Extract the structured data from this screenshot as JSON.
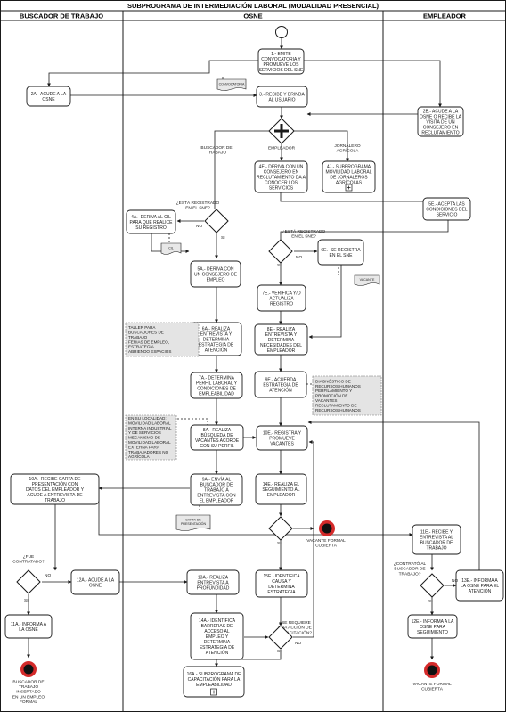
{
  "title": "SUBPROGRAMA DE INTERMEDIACIÓN LABORAL (MODALIDAD PRESENCIAL)",
  "lanes": [
    "BUSCADOR DE TRABAJO",
    "OSNE",
    "EMPLEADOR"
  ],
  "tasks": {
    "t1": [
      "1.- EMITE",
      "CONVOCATORIA Y",
      "PROMUEVE LOS",
      "SERVICIOS DEL SNE"
    ],
    "t2a": [
      "2A.- ACUDE A LA",
      "OSNE"
    ],
    "t2b": [
      "2B.- ACUDE A LA",
      "OSNE O RECIBE LA",
      "VISITA DE UN",
      "CONSEJERO EN",
      "RECLUTAMIENTO"
    ],
    "t3": [
      "3.- RECIBE Y BRINDA",
      "AL USUARIO"
    ],
    "t4e": [
      "4E.- DERIVA CON UN",
      "CONSEJERO EN",
      "RECLUTAMIENTO DA A",
      "CONOCER LOS",
      "SERVICIOS"
    ],
    "t4j": [
      "4J.- SUBPROGRAMA",
      "MOVILIDAD LABORAL",
      "DE JORNALEROS",
      "AGRÍCOLAS"
    ],
    "t4a": [
      "4A.- DERIVA AL CIL",
      "PARA QUE REALICE",
      "SU REGISTRO"
    ],
    "t5e": [
      "5E.- ACEPTA LAS",
      "CONDICIONES DEL",
      "SERVICIO"
    ],
    "t6e": [
      "6E.- SE REGISTRA",
      "EN EL SNE"
    ],
    "t5a": [
      "5A.- DERIVA CON",
      "UN CONSEJERO DE",
      "EMPLEO"
    ],
    "t7e": [
      "7E.- VERIFICA Y/O",
      "ACTUALIZA",
      "REGISTRO"
    ],
    "t6a": [
      "6A.- REALIZA",
      "ENTREVISTA Y",
      "DETERMINA",
      "ESTRATEGIA DE",
      "ATENCIÓN"
    ],
    "t8e": [
      "8E.- REALIZA",
      "ENTREVISTA Y",
      "DETERMINA",
      "NECESIDADES DEL",
      "EMPLEADOR"
    ],
    "t7a": [
      "7A.- DETERMINA",
      "PERFIL LABORAL Y",
      "CONDICIONES DE",
      "EMPLEABILIDAD"
    ],
    "t9e": [
      "9E.- ACUERDA",
      "ESTRATEGIA DE",
      "ATENCIÓN"
    ],
    "t8a": [
      "8A.- REALIZA",
      "BÚSQUEDA DE",
      "VACANTES ACORDE",
      "CON SU PERFIL"
    ],
    "t10e": [
      "10E.- REGISTRA Y",
      "PROMUEVE",
      "VACANTES"
    ],
    "t10a": [
      "10A.- RECIBE CARTA DE",
      "PRESENTACIÓN CON",
      "DATOS DEL EMPLEADOR Y",
      "ACUDE A ENTREVISTA DE",
      "TRABAJO"
    ],
    "t9a": [
      "9A.- ENVÍA AL",
      "BUSCADOR DE",
      "TRABAJO A",
      "ENTREVISTA CON",
      "EL EMPLEADOR"
    ],
    "t14e": [
      "14E.- REALIZA EL",
      "SEGUIMIENTO AL",
      "EMPLEADOR"
    ],
    "t11e": [
      "11E.- RECIBE Y",
      "ENTREVISTA AL",
      "BUSCADOR DE",
      "TRABAJO"
    ],
    "t12a": [
      "12A.- ACUDE A LA",
      "OSNE"
    ],
    "t13a": [
      "13A.- REALIZA",
      "ENTREVISTA A",
      "PROFUNDIDAD"
    ],
    "t15e": [
      "15E.- IDENTIFICA",
      "CAUSA Y",
      "DETERMINA",
      "ESTRATEGIA"
    ],
    "t13e": [
      "13E.- INFORMA A",
      "LA OSNE PARA EL",
      "ATENCIÓN"
    ],
    "t11a": [
      "11A.- INFORMA A",
      "LA OSNE"
    ],
    "t14a": [
      "14A.- IDENTIFICA",
      "BARRERAS DE",
      "ACCESO AL",
      "EMPLEO Y",
      "DETERMINA",
      "ESTRATEGIA DE",
      "ATENCIÓN"
    ],
    "t12e": [
      "12E.- INFORMA A LA",
      "OSNE PARA",
      "SEGUIMIENTO"
    ],
    "t16a": [
      "16A.- SUBPROGRAMA DE",
      "CAPACITACIÓN PARA LA",
      "EMPLEABILIDAD"
    ]
  },
  "documents": {
    "convocatoria": [
      "CONVOCATORIA"
    ],
    "cil": [
      "CIL"
    ],
    "vacante": [
      "VACANTE"
    ],
    "carta": [
      "CARTA DE",
      "PRESENTACIÓN"
    ]
  },
  "annotations": {
    "taller": [
      "TALLER PARA",
      "BUSCADORES DE",
      "TRABAJO",
      "FERIAS DE EMPLEO,",
      "ESTRATEGIA",
      "ABRIENDO ESPACIOS"
    ],
    "diagnostico": [
      "DIAGNÓSTICO DE",
      "RECURSOS HUMANOS",
      "PERFILAMIENTO Y",
      "PROMOCIÓN DE",
      "VACANTES",
      "RECLUTAMIENTO DE",
      "RECURSOS HUMANOS"
    ],
    "movilidad": [
      "EN SU LOCALIDAD:",
      "MOVILIDAD LABORAL",
      "INTERNA INDUSTRIAL",
      "Y DE SERVICIOS",
      "MECANISMO DE",
      "MOVILIDAD LABORAL",
      "EXTERNA PARA",
      "TRABAJADORES NO",
      "AGRÍCOLA"
    ]
  },
  "labels": {
    "buscador": [
      "BUSCADOR DE",
      "TRABAJO"
    ],
    "empleador": [
      "EMPLEADOR"
    ],
    "jornalero": [
      "JORNALERO",
      "AGRÍCOLA"
    ],
    "q_registrado1": [
      "¿ESTÁ REGISTRADO",
      "EN EL SNE?"
    ],
    "q_registrado2": [
      "¿ESTÁ REGISTRADO",
      "EN EL SNE?"
    ],
    "q_contratado": [
      "¿FUE",
      "CONTRATADO?"
    ],
    "q_contrato_buscador": [
      "¿CONTRATÓ AL",
      "BUSCADOR DE",
      "TRABAJO?"
    ],
    "q_capacitacion": [
      "¿SE REQUIERE",
      "UNA ACCIÓN DE",
      "CAPACITACIÓN?"
    ],
    "no": "NO",
    "si": "SI",
    "end_vacante": [
      "VACANTE FORMAL",
      "CUBIERTA"
    ],
    "end_buscador": [
      "BUSCADOR DE",
      "TRABAJO",
      "INSERTADO",
      "EN UN EMPLEO",
      "FORMAL"
    ],
    "end_vacante2": [
      "VACANTE FORMAL",
      "CUBIERTA"
    ]
  },
  "colors": {
    "line": "#1a1a1a",
    "end_fill": "#d42a2a",
    "annotation_fill": "#e4e4e4",
    "document_fill": "#e8e8e8"
  }
}
